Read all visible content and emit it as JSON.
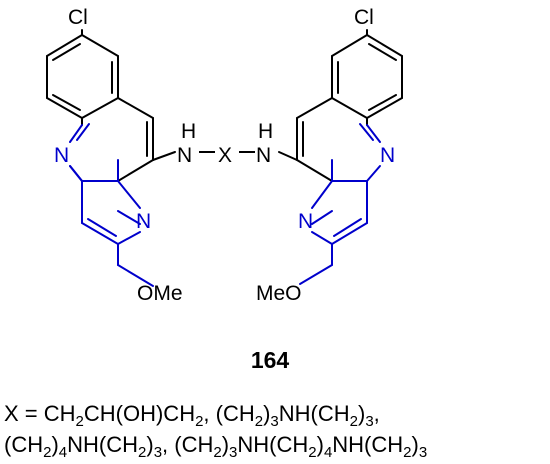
{
  "colors": {
    "black_bonds": "#000000",
    "blue_bonds": "#0000cc"
  },
  "left_unit": {
    "chlorine": "Cl",
    "ring_nitrogen": "N",
    "pyridine_nitrogen": "N",
    "methoxy": "OMe",
    "amine_h": "H",
    "amine_n": "N"
  },
  "linker": {
    "x": "X"
  },
  "right_unit": {
    "chlorine": "Cl",
    "ring_nitrogen": "N",
    "pyridine_nitrogen": "N",
    "methoxy": "MeO",
    "amine_h": "H",
    "amine_n": "N"
  },
  "compound_number": "164",
  "definition": {
    "line1": {
      "prefix": "X = CH",
      "s1": "2",
      "p2": "CH(OH)CH",
      "s2": "2",
      "p3": ", (CH",
      "s3": "2",
      "p4": ")",
      "s4": "3",
      "p5": "NH(CH",
      "s5": "2",
      "p6": ")",
      "s6": "3",
      "p7": ","
    },
    "line2": {
      "p1": "(CH",
      "s1": "2",
      "p2": ")",
      "s2": "4",
      "p3": "NH(CH",
      "s3": "2",
      "p4": ")",
      "s4": "3",
      "p5": ", (CH",
      "s5": "2",
      "p6": ")",
      "s6": "3",
      "p7": "NH(CH",
      "s7": "2",
      "p8": ")",
      "s8": "4",
      "p9": "NH(CH",
      "s9": "2",
      "p10": ")",
      "s10": "3"
    }
  }
}
